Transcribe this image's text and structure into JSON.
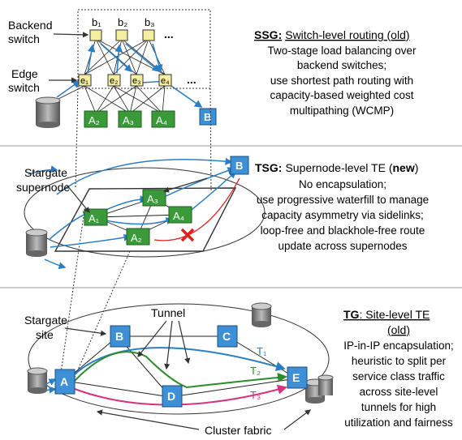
{
  "panel1": {
    "label_backend": "Backend",
    "label_switch1": "switch",
    "label_edge": "Edge",
    "label_switch2": "switch",
    "b_nodes": [
      "b₁",
      "b₂",
      "b₃"
    ],
    "e_nodes": [
      "e₁",
      "e₂",
      "e₃",
      "e₄"
    ],
    "ellipsis": "...",
    "a_nodes": [
      "A₂",
      "A₃",
      "A₄"
    ],
    "b_box": "B",
    "title_bold": "SSG:",
    "title_rest": "Switch-level routing (old)",
    "desc": [
      "Two-stage load balancing over",
      "backend switches;",
      "use shortest path routing with",
      "capacity-based weighted cost",
      "multipathing (WCMP)"
    ]
  },
  "panel2": {
    "label_line1": "Stargate",
    "label_line2": "supernode",
    "a_nodes": [
      "A₁",
      "A₃",
      "A₄",
      "A₂"
    ],
    "b_box": "B",
    "title_bold": "TSG:",
    "title_rest": "Supernode-level TE (",
    "title_new": "new",
    "title_close": ")",
    "desc": [
      "No encapsulation;",
      "use progressive waterfill to manage",
      "capacity asymmetry via sidelinks;",
      "loop-free and blackhole-free route",
      "update across supernodes"
    ]
  },
  "panel3": {
    "label_line1": "Stargate",
    "label_line2": "site",
    "tunnel": "Tunnel",
    "sites": [
      "A",
      "B",
      "C",
      "D",
      "E"
    ],
    "tunnels": [
      "T₁",
      "T₂",
      "T₃"
    ],
    "cluster_fabric": "Cluster fabric",
    "title_bold": "TG",
    "title_rest": ": Site-level TE",
    "title_line2": "(old)",
    "desc": [
      "IP-in-IP encapsulation;",
      "heuristic to split per",
      "service class traffic",
      "across site-level",
      "tunnels for high",
      "utilization and fairness"
    ]
  },
  "colors": {
    "blue": "#2a7fc4",
    "green": "#2e8b2e",
    "magenta": "#d6337e",
    "red": "#e0201b",
    "yellow": "#f5eea0"
  }
}
